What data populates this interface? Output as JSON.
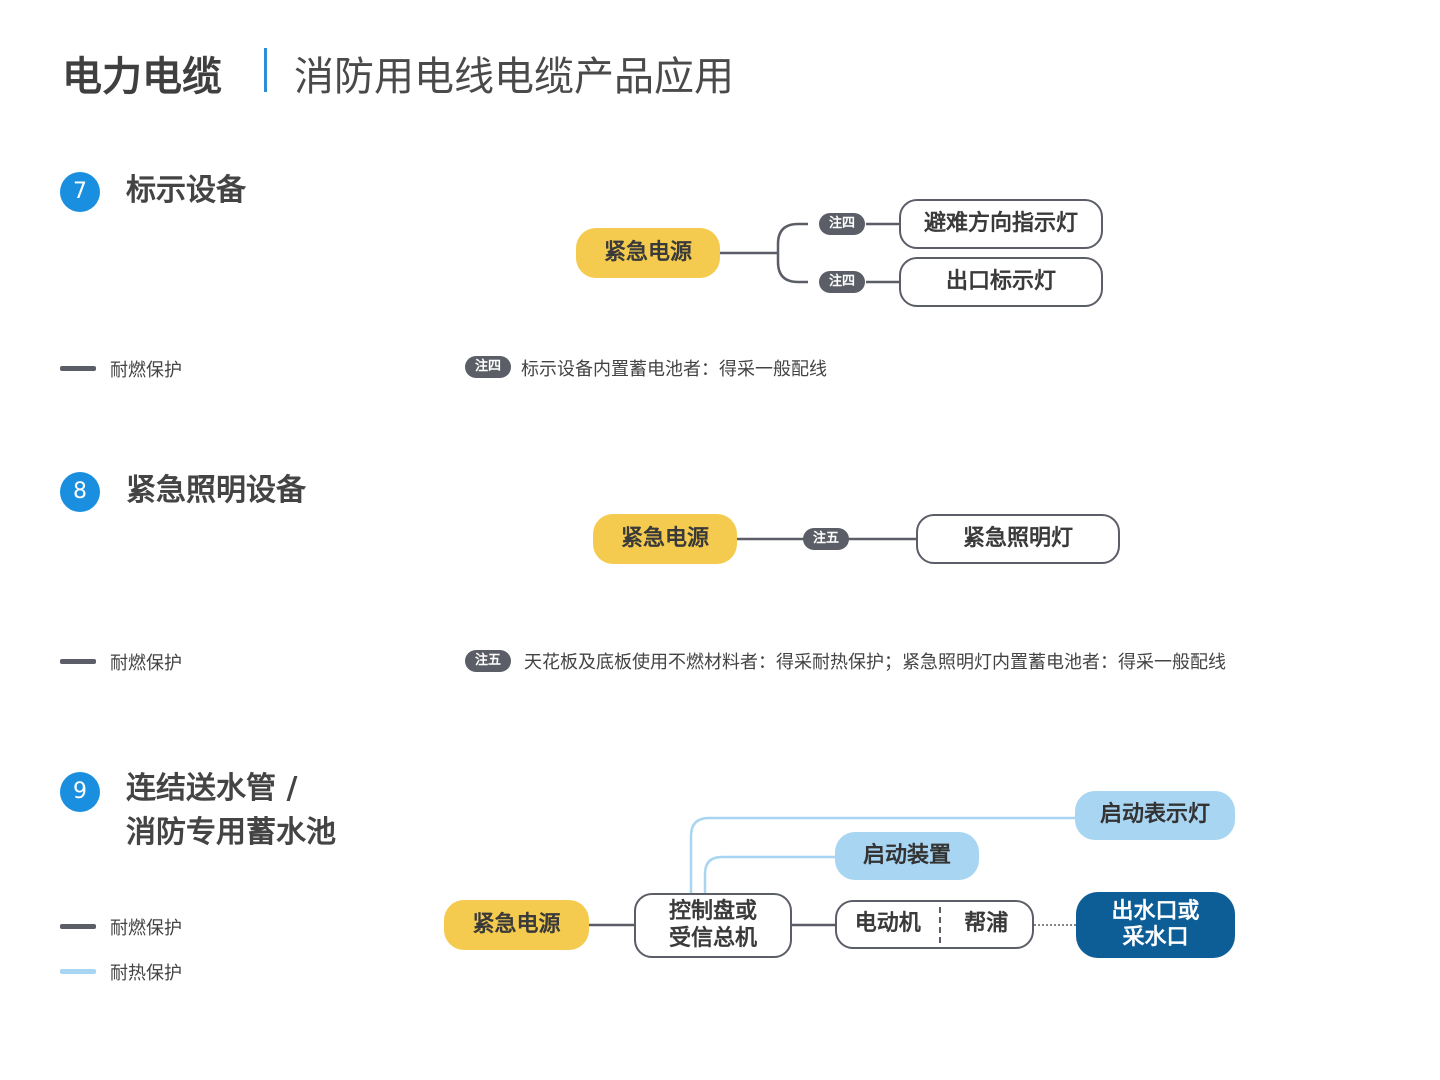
{
  "header": {
    "title": "电力电缆",
    "subtitle": "消防用电线电缆产品应用"
  },
  "colors": {
    "accent": "#1a8fe0",
    "yellow": "#f5cb4f",
    "gray": "#5b5e66",
    "light_blue": "#a8d6f2",
    "dark_blue": "#0d5d97"
  },
  "legend": {
    "fire_resistant": "耐燃保护",
    "heat_resistant": "耐热保护"
  },
  "sections": [
    {
      "number": "7",
      "title": "标示设备",
      "source": "紧急电源",
      "targets": [
        "避难方向指示灯",
        "出口标示灯"
      ],
      "connector_badge": "注四",
      "note_badge": "注四",
      "note_text": "标示设备内置蓄电池者：得采一般配线"
    },
    {
      "number": "8",
      "title": "紧急照明设备",
      "source": "紧急电源",
      "target": "紧急照明灯",
      "connector_badge": "注五",
      "note_badge": "注五",
      "note_text": "天花板及底板使用不燃材料者：得采耐热保护；紧急照明灯内置蓄电池者：得采一般配线"
    },
    {
      "number": "9",
      "title_line1": "连结送水管 /",
      "title_line2": "消防专用蓄水池",
      "source": "紧急电源",
      "controller_line1": "控制盘或",
      "controller_line2": "受信总机",
      "startup_device": "启动装置",
      "startup_lamp": "启动表示灯",
      "motor": "电动机",
      "pump": "帮浦",
      "outlet_line1": "出水口或",
      "outlet_line2": "采水口"
    }
  ]
}
